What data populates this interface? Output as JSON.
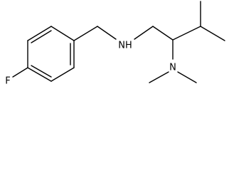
{
  "atoms": {
    "fluorine": "F",
    "amine_nh": "NH",
    "dimethylamino_n": "N"
  },
  "colors": {
    "bond": "#000000",
    "label": "#000000",
    "background": "#ffffff"
  }
}
